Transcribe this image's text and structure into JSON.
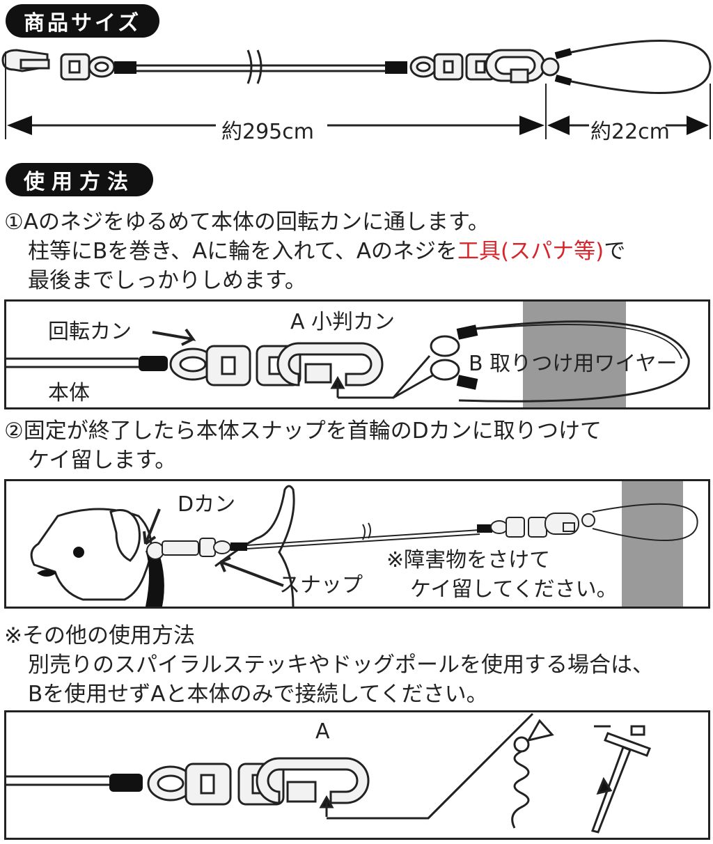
{
  "colors": {
    "ink": "#222222",
    "accent": "#d6262b",
    "pole": "#9a9a9a",
    "fill": "#f2f2f2"
  },
  "size_section": {
    "title": "商品サイズ",
    "main_length": "約295cm",
    "loop_length": "約22cm"
  },
  "usage_section": {
    "title": "使用方法",
    "step1": {
      "line1": "①Aのネジをゆるめて本体の回転カンに通します。",
      "line2_pre": "柱等にBを巻き、Aに輪を入れて、Aのネジを",
      "line2_red": "工具(スパナ等)",
      "line2_post": "で",
      "line3": "最後までしっかりしめます。"
    },
    "panel1": {
      "swivel_label": "回転カン",
      "a_label": "A 小判カン",
      "body_label": "本体",
      "b_label": "B 取りつけ用ワイヤー"
    },
    "step2": {
      "line1": "②固定が終了したら本体スナップを首輪のDカンに取りつけて",
      "line2": "ケイ留します。"
    },
    "panel2": {
      "d_ring_label": "Dカン",
      "snap_label": "スナップ",
      "note_line1": "※障害物をさけて",
      "note_line2": "ケイ留してください。"
    },
    "other": {
      "line1": "※その他の使用方法",
      "line2": "別売りのスパイラルステッキやドッグポールを使用する場合は、",
      "line3": "Bを使用せずAと本体のみで接続してください。"
    },
    "panel3": {
      "a_label": "A"
    }
  }
}
